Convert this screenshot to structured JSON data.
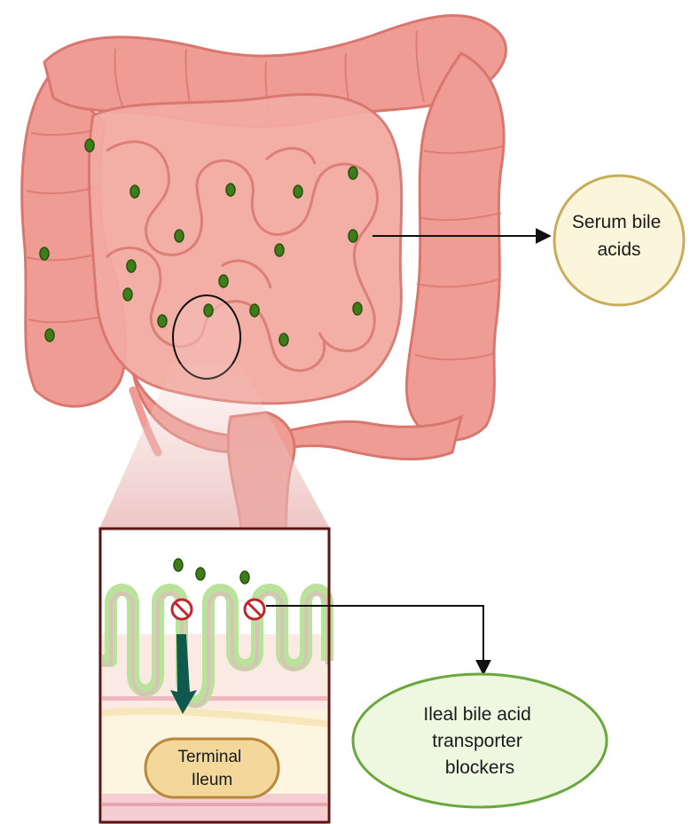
{
  "labels": {
    "serum": [
      "Serum bile",
      "acids"
    ],
    "terminal": [
      "Terminal",
      "Ileum"
    ],
    "blockers": [
      "Ileal bile acid",
      "transporter",
      "blockers"
    ]
  },
  "colors": {
    "colon": "#ef9c94",
    "colon_dark": "#d9776f",
    "small_intestine": "#f3aaa2",
    "bile_acid": "#3f7d1a",
    "bile_acid_edge": "#24520b",
    "serum_fill": "#fbf5dc",
    "serum_stroke": "#c9ac5a",
    "blockers_fill": "#eef7e0",
    "blockers_stroke": "#6aa83d",
    "inset_border": "#5a1414",
    "villi_outer": "#b9e29a",
    "villi_inner": "#d9c2b8",
    "transport_arrow": "#0f5a4c",
    "prohibit": "#c0262e",
    "ileum_fill": "#f4d79a",
    "ileum_stroke": "#b8873a"
  },
  "icons": [
    "bile-acid-dot",
    "prohibition-icon",
    "arrow-down-icon",
    "arrow-right-icon"
  ]
}
